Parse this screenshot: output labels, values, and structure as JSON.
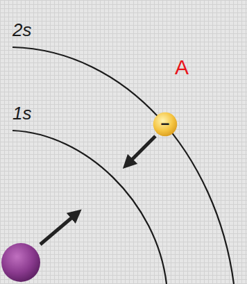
{
  "diagram": {
    "nodes": [
      {
        "text": [
          "−"
        ]
      }
    ],
    "labels": [
      "2s",
      "1s",
      "A"
    ]
  }
}
